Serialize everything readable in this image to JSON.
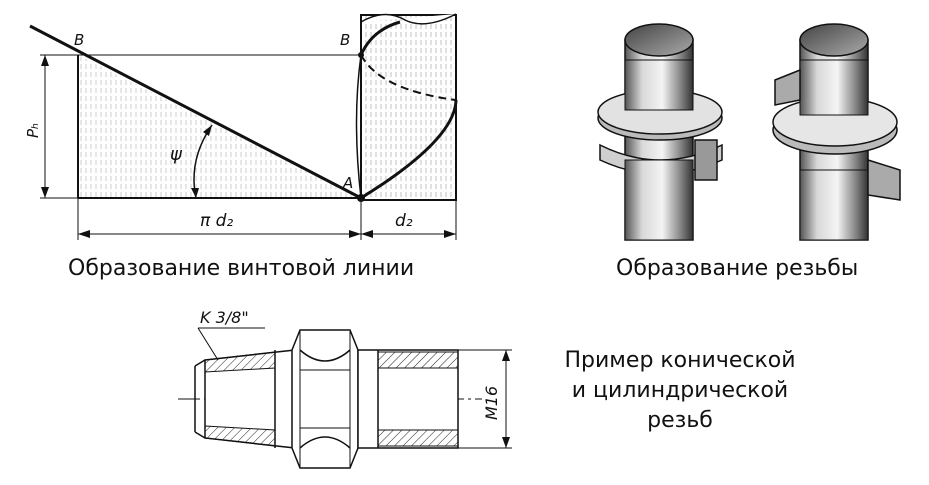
{
  "helix": {
    "point_b_left": "B",
    "point_b_right": "B",
    "point_a": "A",
    "angle": "ψ",
    "pitch": "Pₕ",
    "length": "π d₂",
    "diameter": "d₂"
  },
  "captions": {
    "helix": "Образование винтовой линии",
    "thread": "Образование резьбы",
    "example": [
      "Пример конической",
      "и цилиндрической",
      "резьб"
    ]
  },
  "fitting": {
    "cone_thread": "K 3/8\"",
    "cyl_thread": "M16"
  }
}
